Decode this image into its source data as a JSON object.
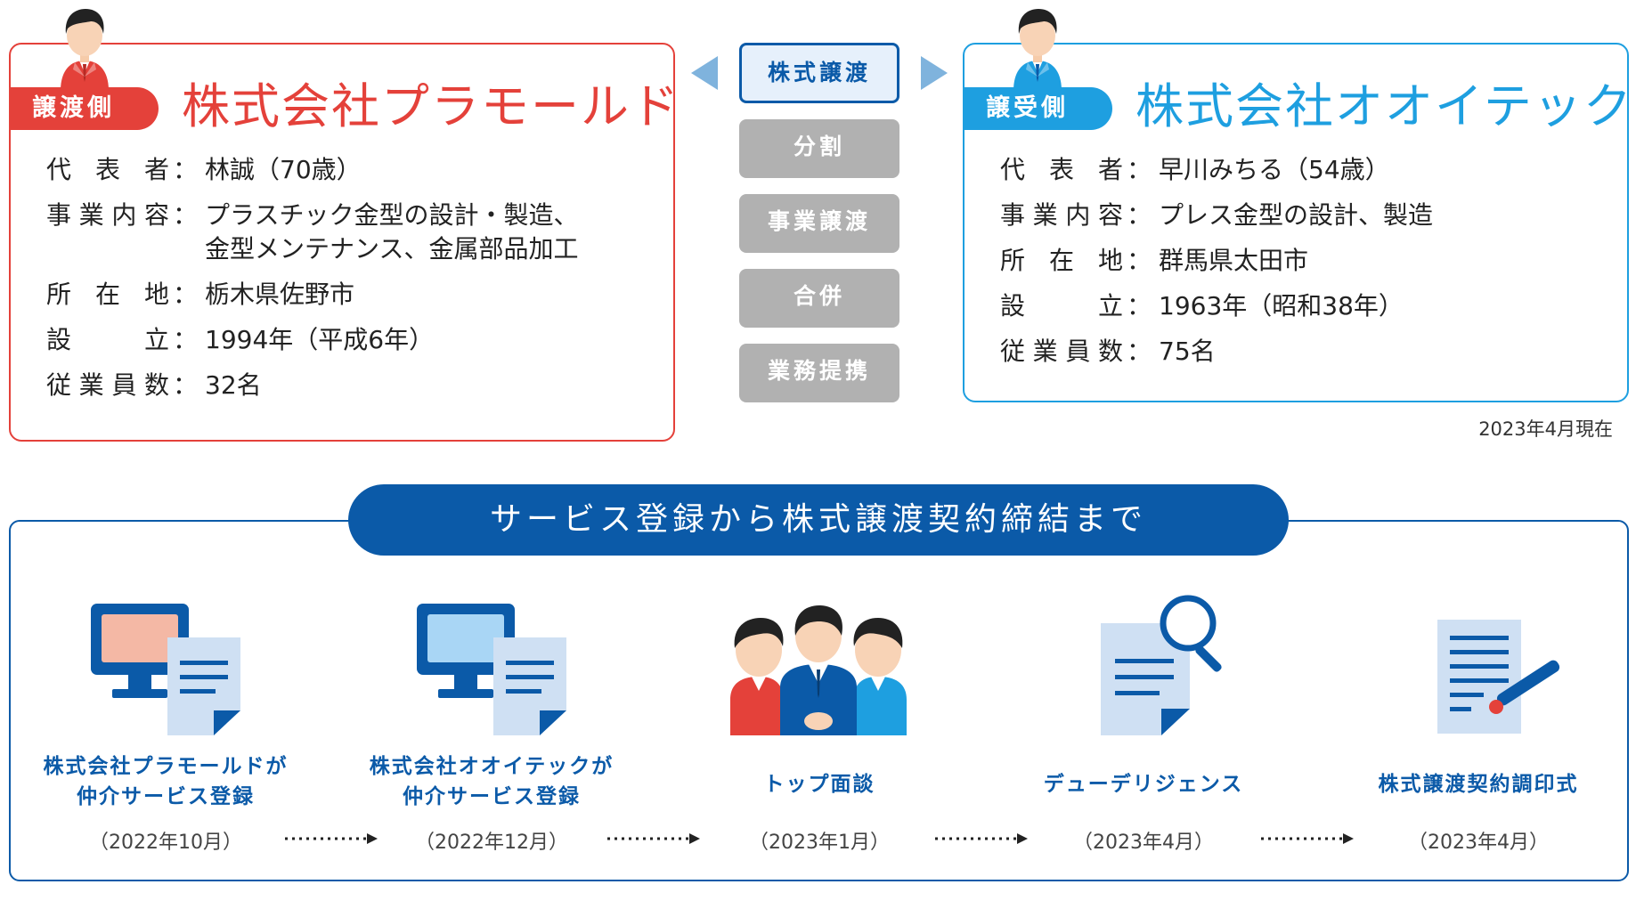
{
  "seller": {
    "tag": "譲渡側",
    "name": "株式会社プラモールド",
    "rows": [
      {
        "label": "代表者",
        "value": "林誠（70歳）"
      },
      {
        "label": "事業内容",
        "value": "プラスチック金型の設計・製造、\n金型メンテナンス、金属部品加工"
      },
      {
        "label": "所在地",
        "value": "栃木県佐野市"
      },
      {
        "label": "設立",
        "value": "1994年（平成6年）"
      },
      {
        "label": "従業員数",
        "value": "32名"
      }
    ]
  },
  "buyer": {
    "tag": "譲受側",
    "name": "株式会社オオイテック",
    "rows": [
      {
        "label": "代表者",
        "value": "早川みちる（54歳）"
      },
      {
        "label": "事業内容",
        "value": "プレス金型の設計、製造"
      },
      {
        "label": "所在地",
        "value": "群馬県太田市"
      },
      {
        "label": "設立",
        "value": "1963年（昭和38年）"
      },
      {
        "label": "従業員数",
        "value": "75名"
      }
    ]
  },
  "separator": "：",
  "date_note": "2023年4月現在",
  "schemes": [
    "株式譲渡",
    "分割",
    "事業譲渡",
    "合併",
    "業務提携"
  ],
  "active_scheme": "株式譲渡",
  "process": {
    "title": "サービス登録から株式譲渡契約締結まで",
    "steps": [
      {
        "label": "株式会社プラモールドが\n仲介サービス登録",
        "date": "（2022年10月）",
        "icon": "computer-document-icon"
      },
      {
        "label": "株式会社オオイテックが\n仲介サービス登録",
        "date": "（2022年12月）",
        "icon": "computer-document-icon"
      },
      {
        "label": "トップ面談",
        "date": "（2023年1月）",
        "icon": "meeting-handshake-icon"
      },
      {
        "label": "デューデリジェンス",
        "date": "（2023年4月）",
        "icon": "document-search-icon"
      },
      {
        "label": "株式譲渡契約調印式",
        "date": "（2023年4月）",
        "icon": "contract-signing-icon"
      }
    ]
  },
  "colors": {
    "seller": "#e4413a",
    "buyer": "#1e9fe0",
    "navy": "#0b5aa8",
    "inactive": "#b1b1b1"
  }
}
